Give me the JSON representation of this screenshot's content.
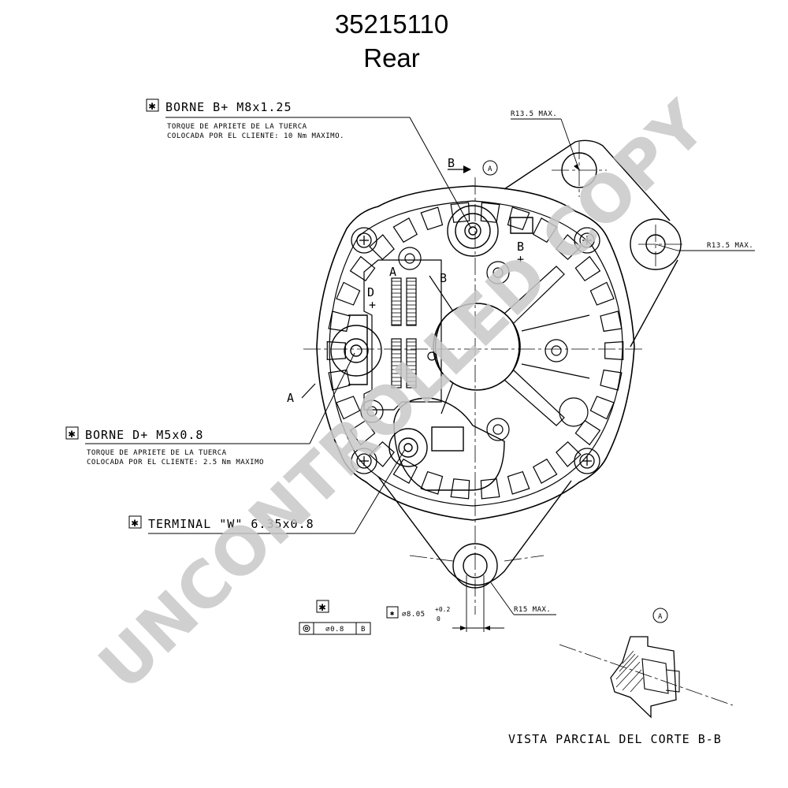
{
  "header": {
    "part_number": "35215110",
    "view": "Rear"
  },
  "watermark": "UNCONTROLLED COPY",
  "callouts": {
    "borne_b": {
      "mark": "✱",
      "title": "BORNE B+ M8x1.25",
      "note_1": "TORQUE DE APRIETE DE LA TUERCA",
      "note_2": "COLOCADA POR EL CLIENTE: 10 Nm MAXIMO."
    },
    "borne_d": {
      "mark": "✱",
      "title": "BORNE D+ M5x0.8",
      "note_1": "TORQUE DE APRIETE DE LA TUERCA",
      "note_2": "COLOCADA POR EL CLIENTE: 2.5 Nm MAXIMO"
    },
    "terminal_w": {
      "mark": "✱",
      "title": "TERMINAL \"W\" 6.35x0.8"
    }
  },
  "dimensions": {
    "r_top": "R13.5  MAX.",
    "r_right": "R13.5  MAX.",
    "r_bottom": "R15  MAX.",
    "hole_dia": "⌀8.05",
    "hole_tol_upper": "+0.2",
    "hole_tol_lower": "0",
    "fcf_mark": "✱",
    "fcf_tolerance": "⌀0.8",
    "fcf_datum": "B"
  },
  "section_labels": {
    "b_top": "B",
    "b_mid": "B",
    "a_left": "A",
    "a_mid": "A",
    "circle_a": "A",
    "circle_a_detail": "A"
  },
  "terminal_marks": {
    "d_plus_letter": "D",
    "d_plus_sign": "+",
    "b_plus_letter": "B",
    "b_plus_sign": "+"
  },
  "detail_caption": "VISTA PARCIAL DEL CORTE B-B"
}
